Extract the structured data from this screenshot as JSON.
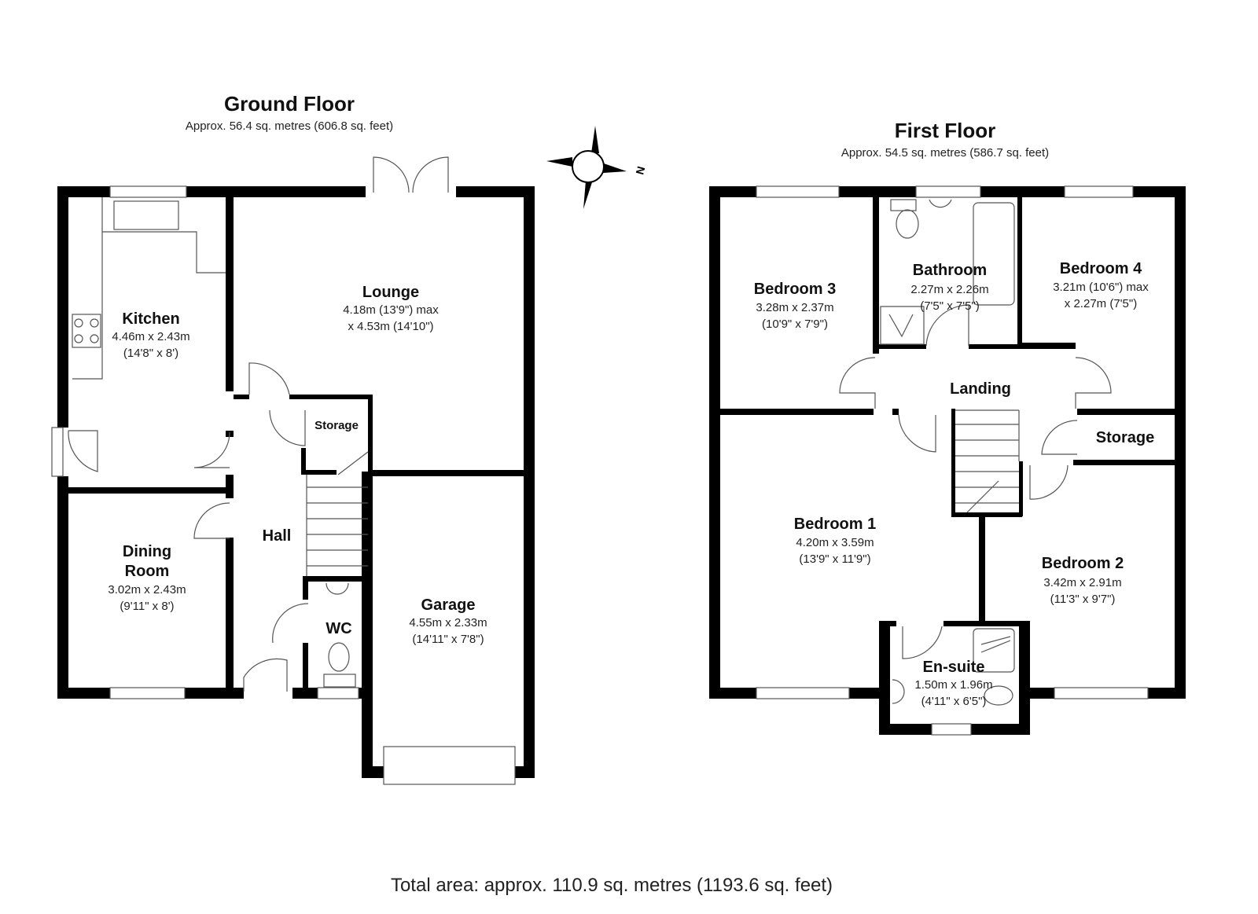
{
  "ground_floor": {
    "title": "Ground Floor",
    "area": "Approx. 56.4 sq. metres (606.8 sq. feet)",
    "rooms": {
      "kitchen": {
        "name": "Kitchen",
        "dim1": "4.46m x 2.43m",
        "dim2": "(14'8\" x 8')"
      },
      "lounge": {
        "name": "Lounge",
        "dim1": "4.18m (13'9\") max",
        "dim2": "x 4.53m (14'10\")"
      },
      "storage": {
        "name": "Storage"
      },
      "dining": {
        "name1": "Dining",
        "name2": "Room",
        "dim1": "3.02m x 2.43m",
        "dim2": "(9'11\" x 8')"
      },
      "hall": {
        "name": "Hall"
      },
      "wc": {
        "name": "WC"
      },
      "garage": {
        "name": "Garage",
        "dim1": "4.55m x 2.33m",
        "dim2": "(14'11\" x 7'8\")"
      }
    }
  },
  "first_floor": {
    "title": "First Floor",
    "area": "Approx. 54.5 sq. metres (586.7 sq. feet)",
    "rooms": {
      "bedroom3": {
        "name": "Bedroom 3",
        "dim1": "3.28m x 2.37m",
        "dim2": "(10'9\" x 7'9\")"
      },
      "bathroom": {
        "name": "Bathroom",
        "dim1": "2.27m x 2.26m",
        "dim2": "(7'5\" x 7'5\")"
      },
      "bedroom4": {
        "name": "Bedroom 4",
        "dim1": "3.21m (10'6\") max",
        "dim2": "x 2.27m (7'5\")"
      },
      "landing": {
        "name": "Landing"
      },
      "storage": {
        "name": "Storage"
      },
      "bedroom1": {
        "name": "Bedroom 1",
        "dim1": "4.20m x 3.59m",
        "dim2": "(13'9\" x 11'9\")"
      },
      "bedroom2": {
        "name": "Bedroom 2",
        "dim1": "3.42m x 2.91m",
        "dim2": "(11'3\" x 9'7\")"
      },
      "ensuite": {
        "name": "En-suite",
        "dim1": "1.50m x 1.96m",
        "dim2": "(4'11\" x 6'5\")"
      }
    }
  },
  "compass": {
    "label": "N",
    "icon": "compass-icon"
  },
  "total_area": "Total area: approx. 110.9 sq. metres (1193.6 sq. feet)"
}
